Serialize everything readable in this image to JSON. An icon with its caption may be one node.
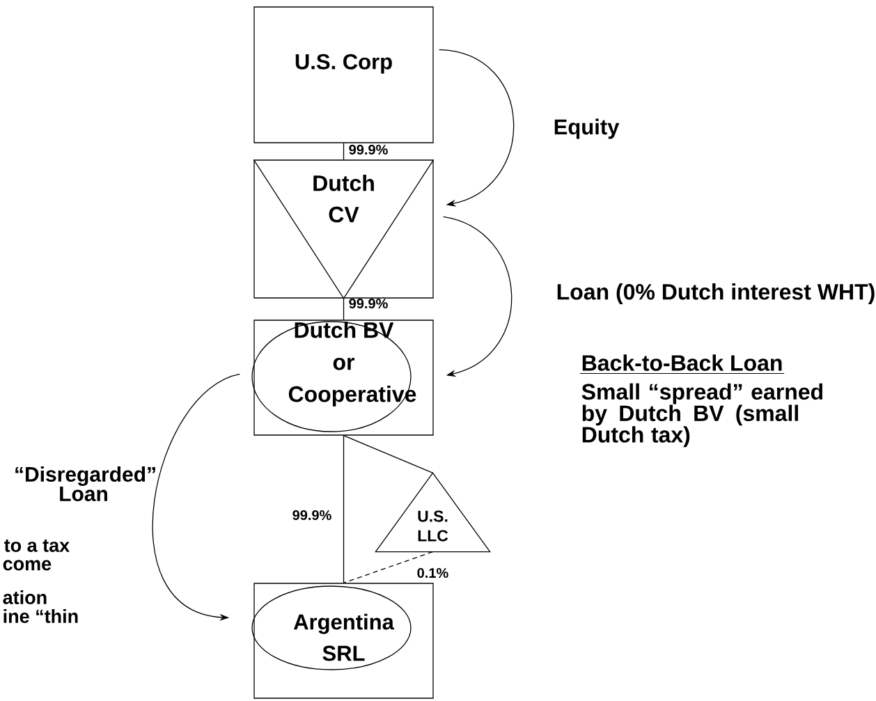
{
  "diagram": {
    "nodes": [
      {
        "text": [
          "U.S. Corp"
        ]
      },
      {
        "text": [
          "Dutch CV"
        ]
      },
      {
        "text": [
          "Dutch BV or Cooperative"
        ]
      },
      {
        "text": [
          "U.S. LLC"
        ]
      },
      {
        "text": [
          "Argentina SRL"
        ]
      }
    ],
    "edges": [
      {
        "from": 0,
        "to": 1,
        "arrow": "none",
        "label": "99.9%"
      },
      {
        "from": 1,
        "to": 2,
        "arrow": "none",
        "label": "99.9%"
      },
      {
        "from": 2,
        "to": 4,
        "arrow": "none",
        "label": "99.9%"
      },
      {
        "from": 2,
        "to": 3,
        "arrow": "none"
      },
      {
        "from": 3,
        "to": 4,
        "arrow": "none",
        "style": "dashed",
        "label": "0.1%"
      },
      {
        "from": 0,
        "to": 1,
        "arrow": "to",
        "label": "Equity"
      },
      {
        "from": 1,
        "to": 2,
        "arrow": "to",
        "label": "Loan (0% Dutch interest WHT)"
      },
      {
        "from": 2,
        "to": 4,
        "arrow": "to",
        "label": "“Disregarded” Loan"
      }
    ],
    "labels": [
      "Back-to-Back Loan",
      "Small “spread” earned by Dutch BV (small Dutch tax)",
      "to a tax",
      "come",
      "ation",
      "ine “thin"
    ]
  }
}
